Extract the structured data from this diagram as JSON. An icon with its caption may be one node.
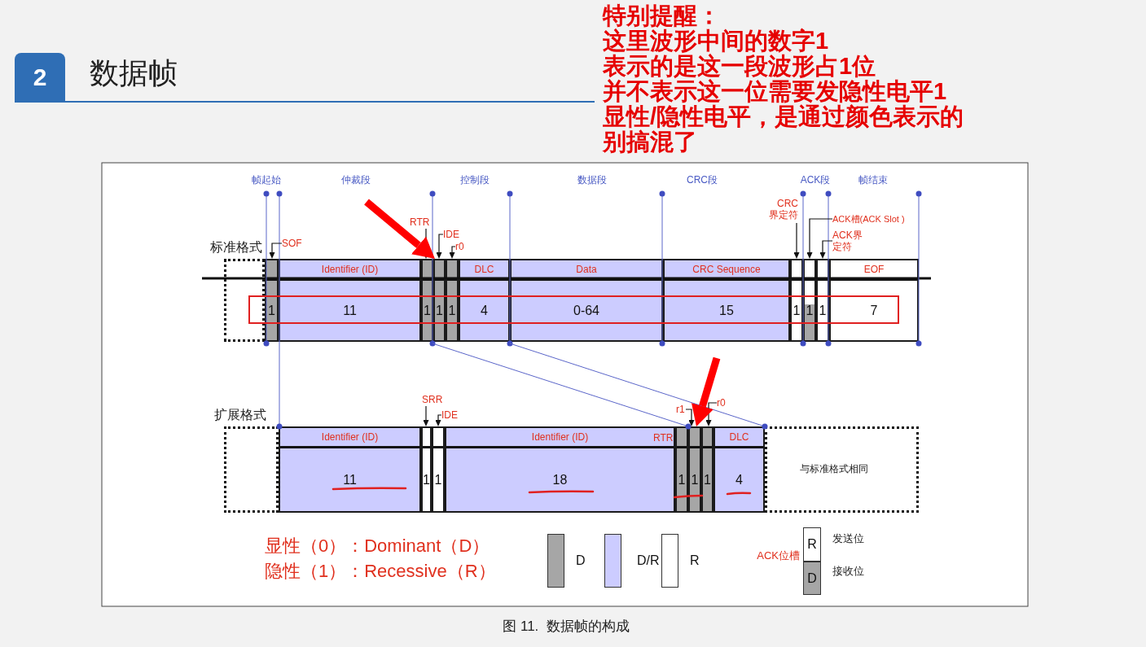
{
  "diagram": {
    "title": "数据帧",
    "caption": "图 11.  数据帧的构成",
    "nodes": [
      {
        "text": [
          "1"
        ]
      },
      {
        "text": [
          "Identifier (ID)",
          "11"
        ]
      },
      {
        "text": [
          "1"
        ]
      },
      {
        "text": [
          "1"
        ]
      },
      {
        "text": [
          "1"
        ]
      },
      {
        "text": [
          "DLC",
          "4"
        ]
      },
      {
        "text": [
          "Data",
          "0-64"
        ]
      },
      {
        "text": [
          "CRC Sequence",
          "15"
        ]
      },
      {
        "text": [
          "1"
        ]
      },
      {
        "text": [
          "1"
        ]
      },
      {
        "text": [
          "1"
        ]
      },
      {
        "text": [
          "EOF",
          "7"
        ]
      },
      {
        "text": [
          "SOF"
        ]
      },
      {
        "text": [
          "RTR"
        ]
      },
      {
        "text": [
          "IDE"
        ]
      },
      {
        "text": [
          "r0"
        ]
      },
      {
        "text": [
          "CRC界定符"
        ]
      },
      {
        "text": [
          "ACK槽(ACK Slot )"
        ]
      },
      {
        "text": [
          "ACK界定符"
        ]
      },
      {
        "text": [
          "Identifier (ID)",
          "11"
        ]
      },
      {
        "text": [
          "1"
        ]
      },
      {
        "text": [
          "1"
        ]
      },
      {
        "text": [
          "Identifier (ID)",
          "18"
        ]
      },
      {
        "text": [
          "1"
        ],
        "beside": [
          "RTR"
        ]
      },
      {
        "text": [
          "1"
        ]
      },
      {
        "text": [
          "1"
        ]
      },
      {
        "text": [
          "DLC",
          "4"
        ]
      },
      {
        "text": [
          "与标准格式相同"
        ]
      },
      {
        "text": [
          "SRR"
        ]
      },
      {
        "text": [
          "IDE"
        ]
      },
      {
        "text": [
          "r1"
        ]
      },
      {
        "text": [
          "r0"
        ]
      },
      {
        "text": [],
        "shape": "box"
      },
      {
        "text": [],
        "shape": "box"
      }
    ],
    "edges": [
      {
        "from": 12,
        "to": 0,
        "arrow": "to"
      },
      {
        "from": 13,
        "to": 2,
        "arrow": "to"
      },
      {
        "from": 14,
        "to": 3,
        "arrow": "to"
      },
      {
        "from": 15,
        "to": 4,
        "arrow": "to"
      },
      {
        "from": 16,
        "to": 8,
        "arrow": "to"
      },
      {
        "from": 17,
        "to": 9,
        "arrow": "to"
      },
      {
        "from": 18,
        "to": 10,
        "arrow": "to"
      },
      {
        "from": 28,
        "to": 20,
        "arrow": "to"
      },
      {
        "from": 29,
        "to": 21,
        "arrow": "to"
      },
      {
        "from": 30,
        "to": 24,
        "arrow": "to"
      },
      {
        "from": 31,
        "to": 25,
        "arrow": "to"
      },
      {
        "from": null,
        "to": 3,
        "arrow": "to",
        "style": "thick",
        "color": "#ff0000"
      },
      {
        "from": null,
        "to": 24,
        "arrow": "to",
        "style": "thick",
        "color": "#ff0000"
      }
    ],
    "labels": [
      "2",
      "特别提醒：",
      "这里波形中间的数字1",
      "表示的是这一段波形占1位",
      "并不表示这一位需要发隐性电平1",
      "显性/隐性电平，是通过颜色表示的",
      "别搞混了",
      "帧起始",
      "仲裁段",
      "控制段",
      "数据段",
      "CRC段",
      "ACK段",
      "帧结束",
      "标准格式",
      "扩展格式",
      "显性（0）：Dominant（D）",
      "隐性（1）：Recessive（R）",
      "ACK位槽",
      "R",
      "D",
      "发送位",
      "接收位"
    ],
    "legend": [
      {
        "text": "D",
        "color": "#a6a6a6"
      },
      {
        "text": "D/R",
        "color": "#ccccff"
      },
      {
        "text": "R",
        "color": "#ffffff"
      }
    ]
  }
}
